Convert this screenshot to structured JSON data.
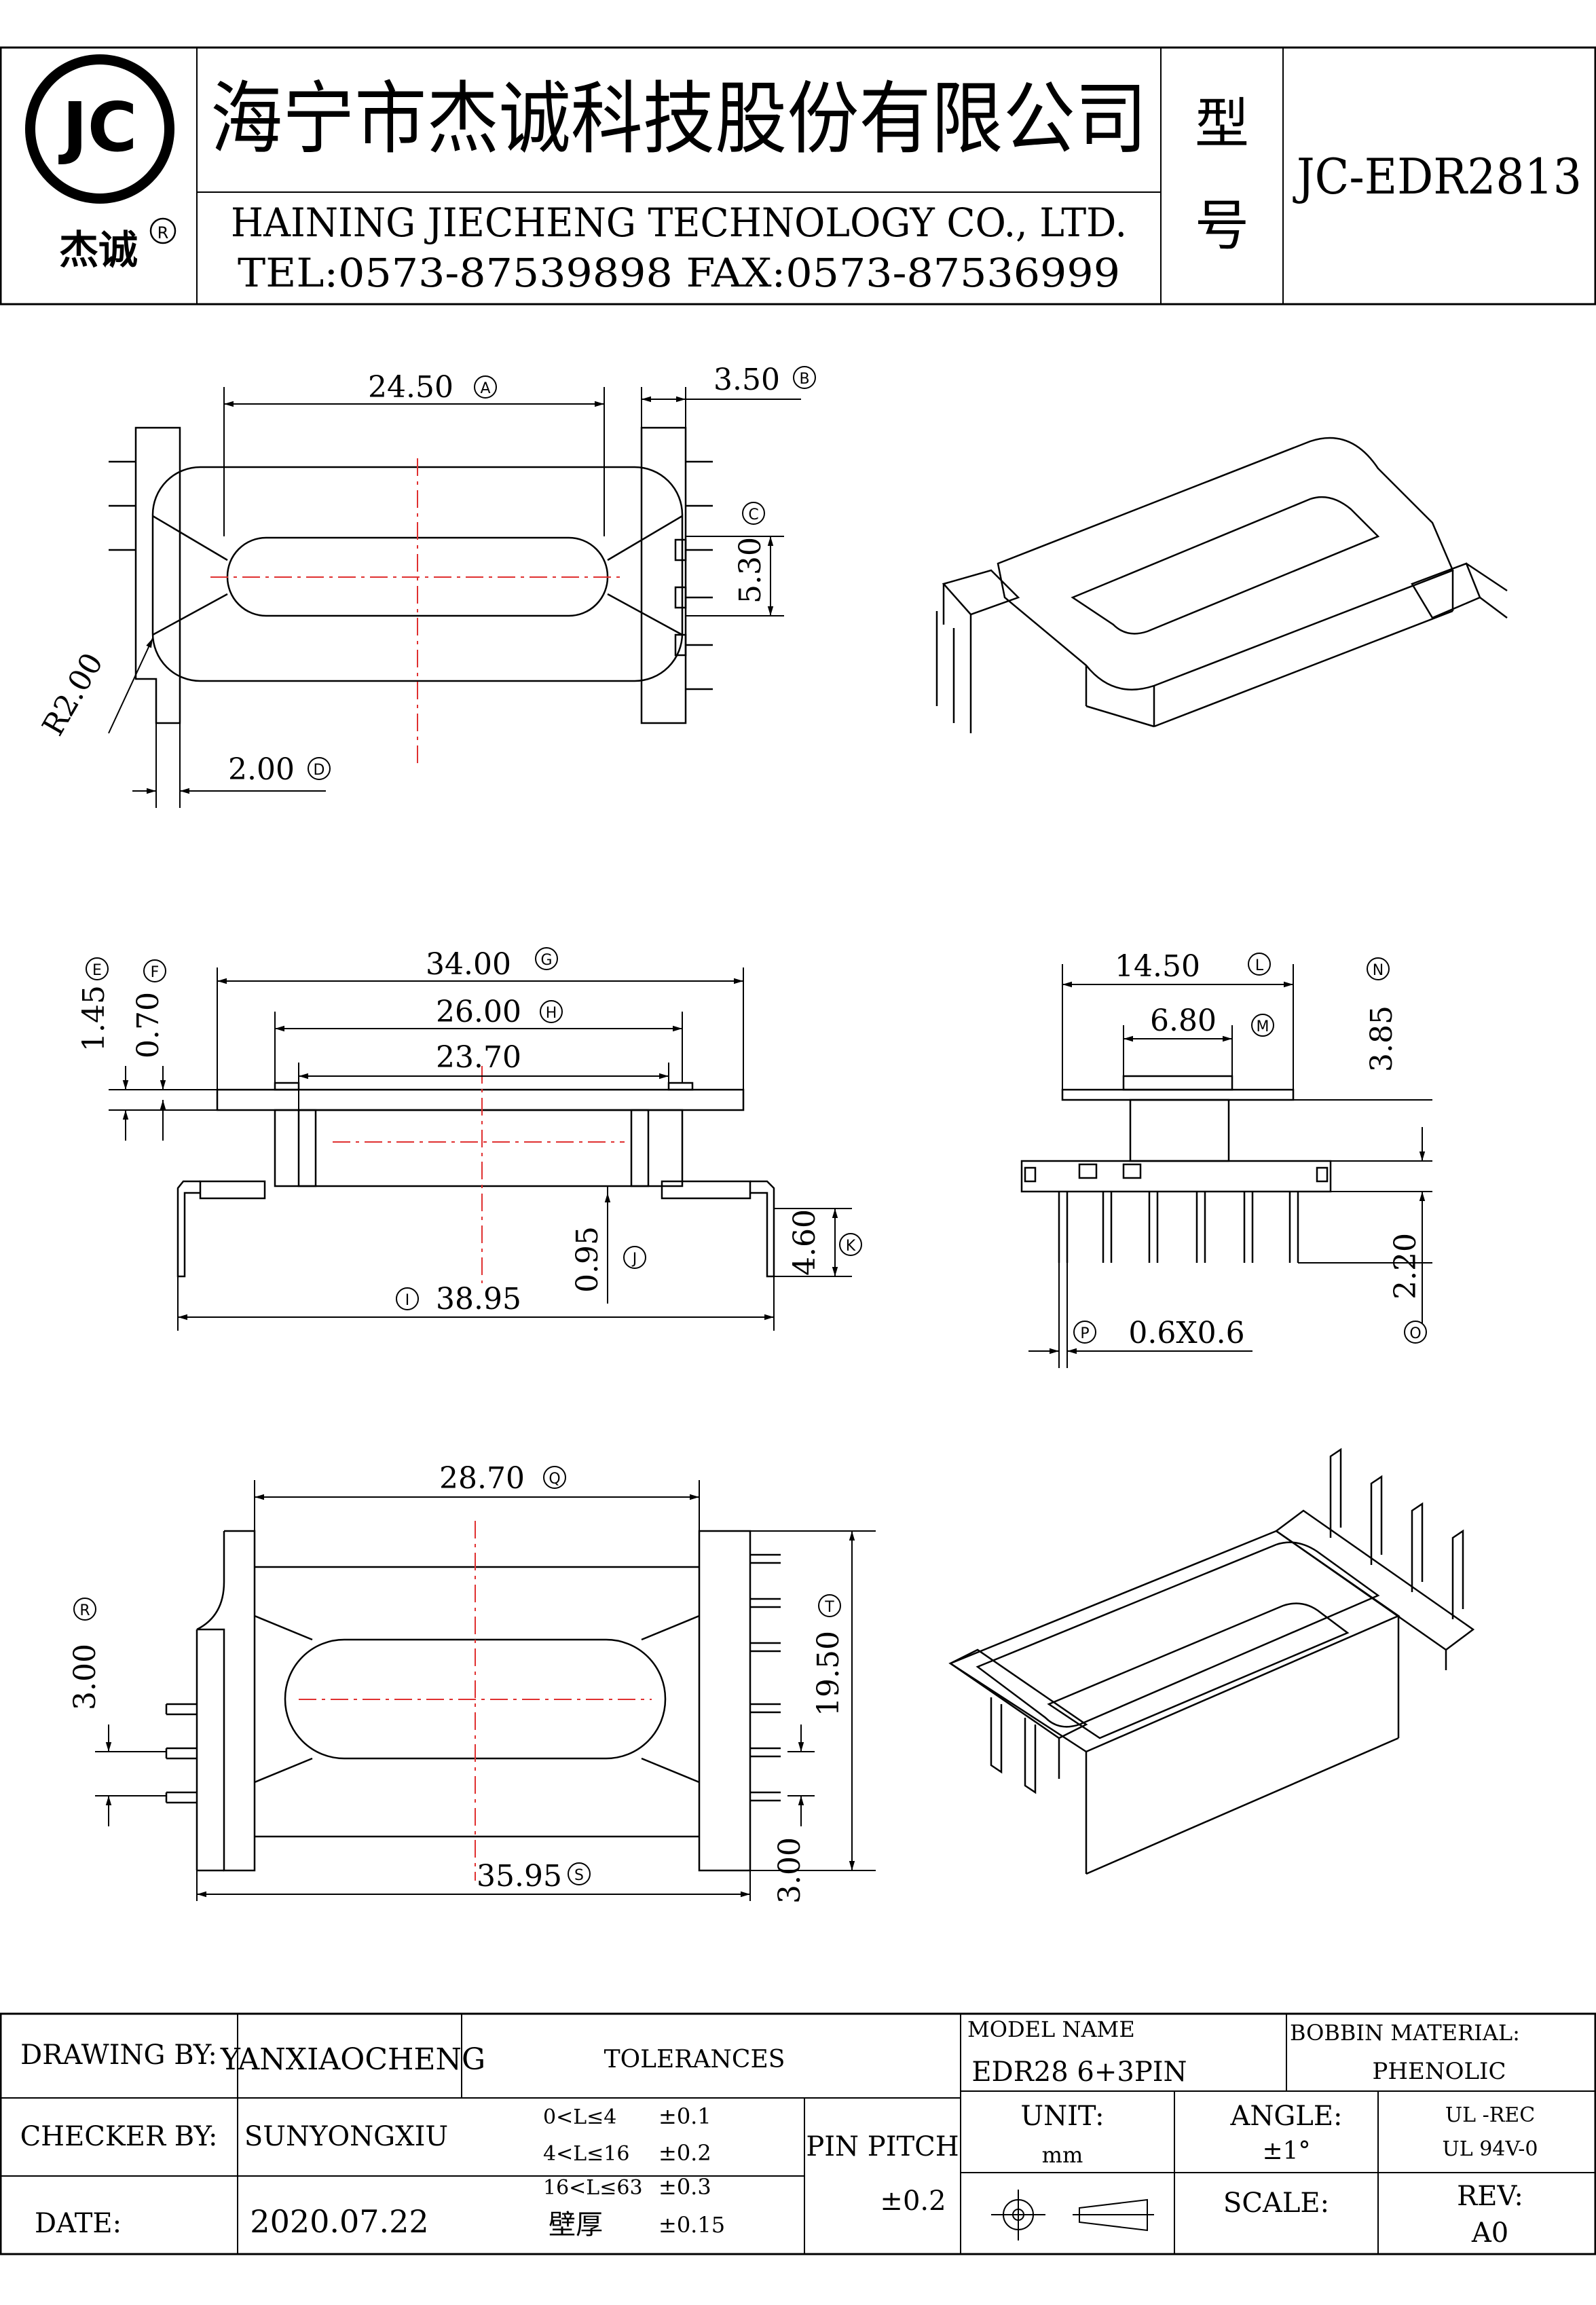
{
  "header": {
    "logo_letters": "JC",
    "logo_cn": "杰诚",
    "registered_mark": "R",
    "company_cn": "海宁市杰诚科技股份有限公司",
    "company_en": "HAINING JIECHENG TECHNOLOGY CO., LTD.",
    "contact": "TEL:0573-87539898   FAX:0573-87536999",
    "model_label_1": "型",
    "model_label_2": "号",
    "model_value": "JC-EDR2813"
  },
  "dims": {
    "A": "24.50",
    "B": "3.50",
    "C": "5.30",
    "R": "R2.00",
    "D": "2.00",
    "E": "1.45",
    "F": "0.70",
    "G": "34.00",
    "H": "26.00",
    "H2": "23.70",
    "I": "38.95",
    "J": "0.95",
    "K": "4.60",
    "L": "14.50",
    "M": "6.80",
    "N": "3.85",
    "O": "2.20",
    "P": "0.6X0.6",
    "Q": "28.70",
    "R2": "3.00",
    "T": "19.50",
    "S": "35.95",
    "S2": "3.00"
  },
  "markers": {
    "A": "A",
    "B": "B",
    "C": "C",
    "D": "D",
    "E": "E",
    "F": "F",
    "G": "G",
    "H": "H",
    "I": "I",
    "J": "J",
    "K": "K",
    "L": "L",
    "M": "M",
    "N": "N",
    "O": "O",
    "P": "P",
    "Q": "Q",
    "R": "R",
    "S": "S",
    "T": "T"
  },
  "titleblock": {
    "drawing_by_label": "DRAWING  BY:",
    "drawing_by_value": "YANXIAOCHENG",
    "tolerances_label": "TOLERANCES",
    "model_name_label": "MODEL NAME",
    "model_name_value": "EDR28 6+3PIN",
    "bobbin_material_label": "BOBBIN MATERIAL:",
    "bobbin_material_value": "PHENOLIC",
    "checker_by_label": "CHECKER  BY:",
    "checker_by_value": "SUNYONGXIU",
    "tol_1_range": "0<L≤4",
    "tol_1_value": "±0.1",
    "tol_2_range": "4<L≤16",
    "tol_2_value": "±0.2",
    "tol_3_range": "16<L≤63",
    "tol_3_value": "±0.3",
    "wall_label": "壁厚",
    "wall_value": "±0.15",
    "pin_pitch_label": "PIN PITCH",
    "pin_pitch_value": "±0.2",
    "unit_label": "UNIT:",
    "unit_value": "mm",
    "angle_label": "ANGLE:",
    "angle_value": "±1°",
    "ul_1": "UL -REC",
    "ul_2": "UL  94V-0",
    "date_label": "DATE:",
    "date_value": "2020.07.22",
    "scale_label": "SCALE:",
    "rev_label": "REV:",
    "rev_value": "A0"
  }
}
